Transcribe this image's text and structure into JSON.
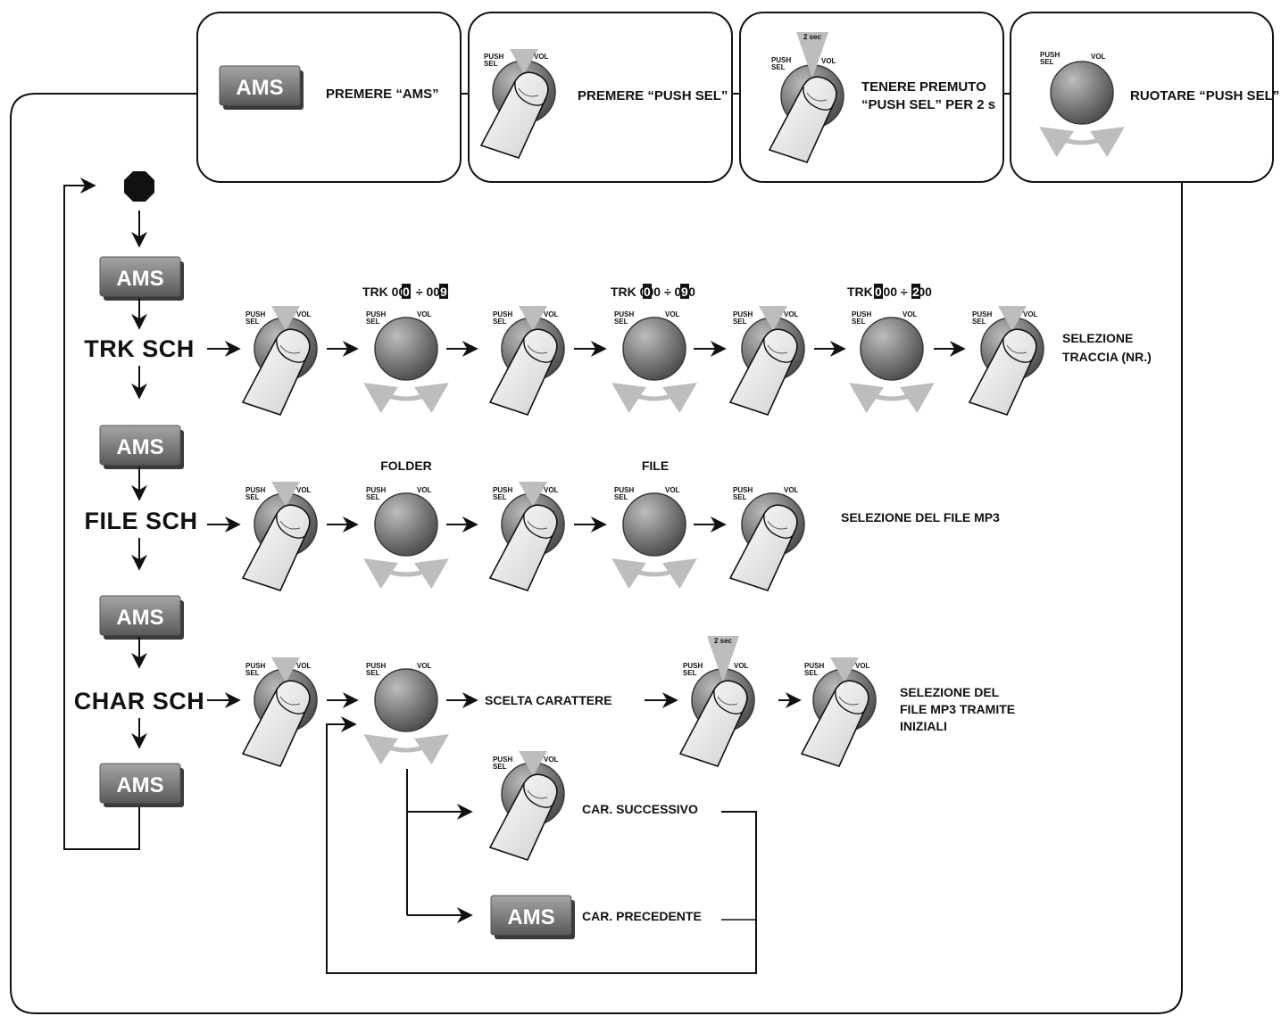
{
  "legend": {
    "ams": {
      "button": "AMS",
      "caption": "PREMERE “AMS”"
    },
    "push": {
      "caption": "PREMERE “PUSH SEL”"
    },
    "hold": {
      "badge": "2 sec",
      "caption_line1": "TENERE PREMUTO",
      "caption_line2": "“PUSH SEL” PER 2 s"
    },
    "rotate": {
      "caption": "RUOTARE “PUSH SEL”"
    }
  },
  "knob_labels": {
    "push": "PUSH",
    "sel": "SEL",
    "vol": "VOL"
  },
  "ams_label": "AMS",
  "modes": {
    "trk": "TRK SCH",
    "file": "FILE SCH",
    "char": "CHAR SCH"
  },
  "trk_row": {
    "range1": {
      "prefix": "TRK ",
      "a": "00",
      "a_hl": "0",
      "sep": " ÷ ",
      "b": "00",
      "b_hl": "9"
    },
    "range2": {
      "prefix": "TRK ",
      "a1": "0",
      "a_hl": "0",
      "a2": "0",
      "sep": " ÷ ",
      "b1": "0",
      "b_hl": "9",
      "b2": "0"
    },
    "range3": {
      "prefix": "TRK ",
      "a_hl": "0",
      "a": "00",
      "sep": " ÷ ",
      "b_hl": "2",
      "b": "00"
    },
    "result_line1": "SELEZIONE",
    "result_line2": "TRACCIA (NR.)"
  },
  "file_row": {
    "folder": "FOLDER",
    "file": "FILE",
    "result": "SELEZIONE DEL FILE MP3"
  },
  "char_row": {
    "choose": "SCELTA CARATTERE",
    "badge": "2 sec",
    "result_line1": "SELEZIONE DEL",
    "result_line2": "FILE MP3 TRAMITE",
    "result_line3": "INIZIALI",
    "next": "CAR. SUCCESSIVO",
    "prev": "CAR. PRECEDENTE"
  },
  "colors": {
    "knob": "#777777",
    "arrow_gray": "#bdbdbd",
    "ams_face": "#7a7a7a",
    "line": "#111111"
  }
}
